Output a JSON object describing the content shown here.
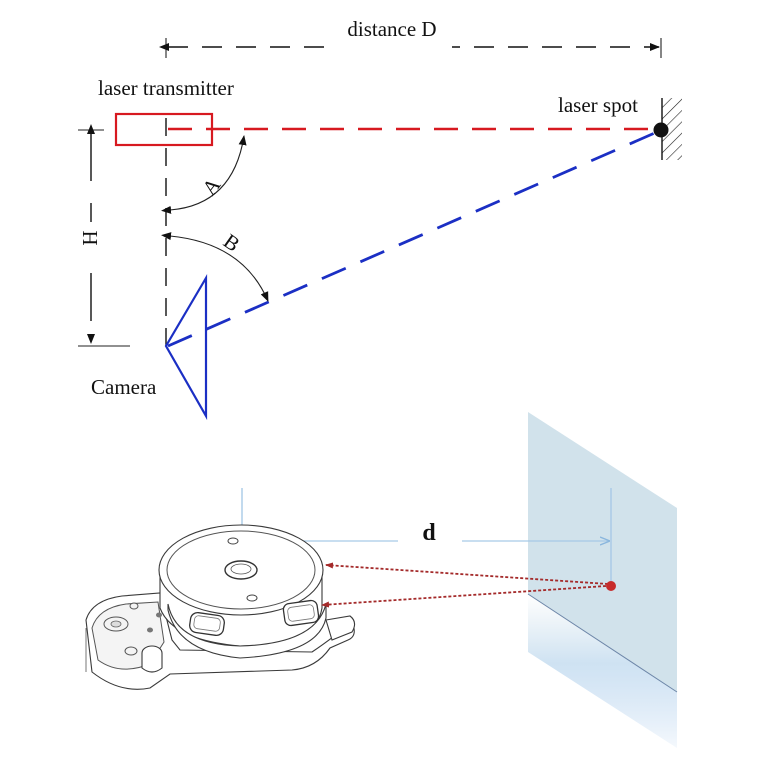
{
  "diagram": {
    "distance_label": "distance D",
    "laser_transmitter_label": "laser transmitter",
    "laser_spot_label": "laser spot",
    "height_label": "H",
    "angle_a_label": "A",
    "angle_b_label": "B",
    "camera_label": "Camera",
    "colors": {
      "laser_beam": "#d71920",
      "camera_ray": "#1b2fc4",
      "dimension": "#111111"
    }
  },
  "illustration": {
    "distance_label": "d",
    "colors": {
      "wall": "#cfe0ea",
      "measure_line": "#a7c9e6",
      "laser_dots": "#a42a2a"
    }
  }
}
